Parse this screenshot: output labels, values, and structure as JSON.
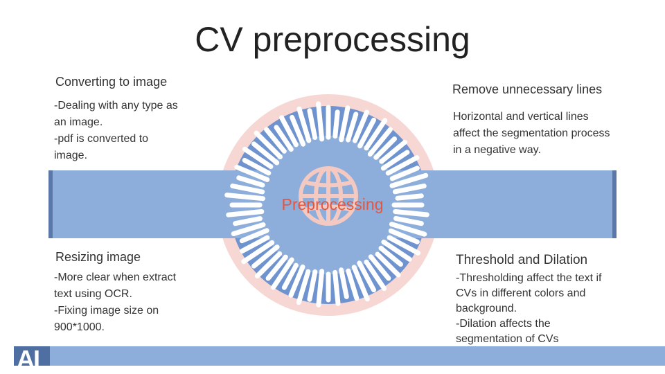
{
  "slide": {
    "title": "CV preprocessing",
    "center_label": "Preprocessing",
    "logo_text": "AI",
    "colors": {
      "band": "#8daedb",
      "band_dark": "#6e94cc",
      "ring": "#f6d7d3",
      "circle": "#6f93ce",
      "accent": "#e4563f"
    }
  },
  "boxes": {
    "top_left": {
      "heading": "Converting to image",
      "body": "-Dealing with any type as\nan image.\n-pdf is converted to\nimage."
    },
    "top_right": {
      "heading": "Remove unnecessary lines",
      "body": " Horizontal and vertical lines\naffect the segmentation process\nin a negative way."
    },
    "bottom_left": {
      "heading": "Resizing image",
      "body": "-More clear when extract\ntext using OCR.\n-Fixing image size on\n900*1000."
    },
    "bottom_right": {
      "heading": "Threshold and Dilation",
      "body": "-Thresholding affect the text if\nCVs in different colors and\nbackground.\n-Dilation affects the\nsegmentation of CVs"
    }
  }
}
